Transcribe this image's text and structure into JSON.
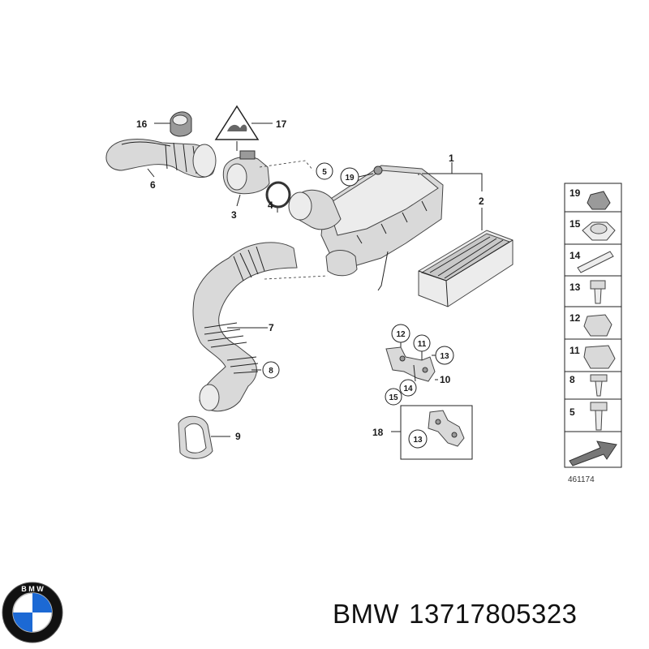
{
  "callouts": {
    "c1": "1",
    "c2": "2",
    "c3": "3",
    "c4": "4",
    "c5": "5",
    "c6": "6",
    "c7": "7",
    "c8": "8",
    "c9": "9",
    "c10": "10",
    "c11": "11",
    "c12": "12",
    "c13a": "13",
    "c13b": "13",
    "c14": "14",
    "c15": "15",
    "c16": "16",
    "c17": "17",
    "c18": "18",
    "c19": "19"
  },
  "side_panel": {
    "items": [
      "19",
      "15",
      "14",
      "13",
      "12",
      "11",
      "8",
      "5"
    ]
  },
  "diagram_code": "461174",
  "footer": {
    "brand": "BMW",
    "part_number": "13717805323"
  },
  "colors": {
    "line": "#222222",
    "part_fill": "#d9d9d9",
    "bmw_blue": "#1c69d4"
  }
}
